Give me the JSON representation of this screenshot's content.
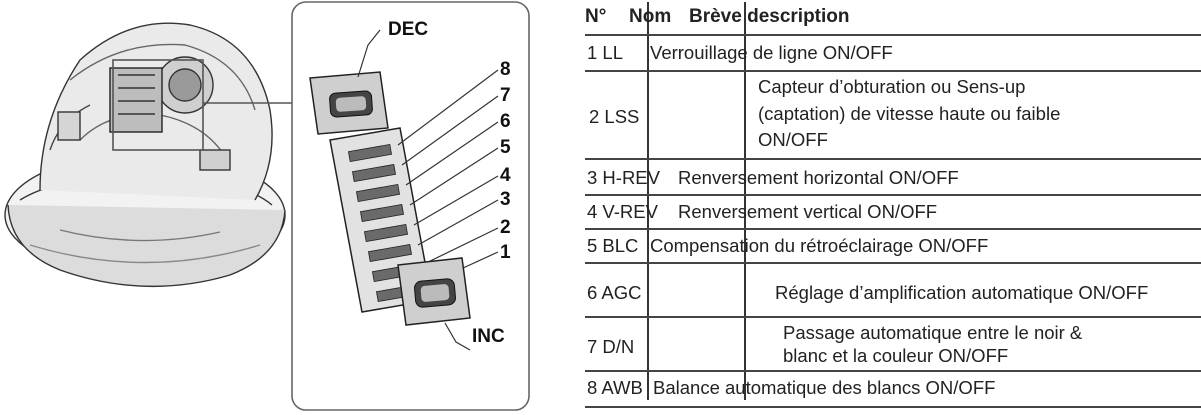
{
  "figure": {
    "dec_label": "DEC",
    "inc_label": "INC",
    "switch_numbers": [
      "8",
      "7",
      "6",
      "5",
      "4",
      "3",
      "2",
      "1"
    ]
  },
  "table": {
    "header": {
      "num": "N°",
      "name": "Nom",
      "desc": "Brève description"
    },
    "rows": [
      {
        "id": "1 LL",
        "text": "Verrouillage de ligne ON/OFF"
      },
      {
        "id": "2 LSS",
        "lines": [
          "Capteur d’obturation ou Sens-up",
          "(captation) de vitesse haute ou faible",
          "ON/OFF"
        ]
      },
      {
        "id": "3 H-REV",
        "text": "Renversement horizontal ON/OFF"
      },
      {
        "id": "4 V-REV",
        "text": "Renversement vertical ON/OFF"
      },
      {
        "id": "5 BLC",
        "text": "Compensation du rétroéclairage ON/OFF"
      },
      {
        "id": "6 AGC",
        "text": "Réglage d’amplification automatique ON/OFF"
      },
      {
        "id": "7 D/N",
        "lines": [
          "Passage automatique entre le noir &",
          "blanc et la couleur ON/OFF"
        ]
      },
      {
        "id": "8 AWB",
        "text": "Balance automatique des blancs ON/OFF"
      }
    ]
  }
}
